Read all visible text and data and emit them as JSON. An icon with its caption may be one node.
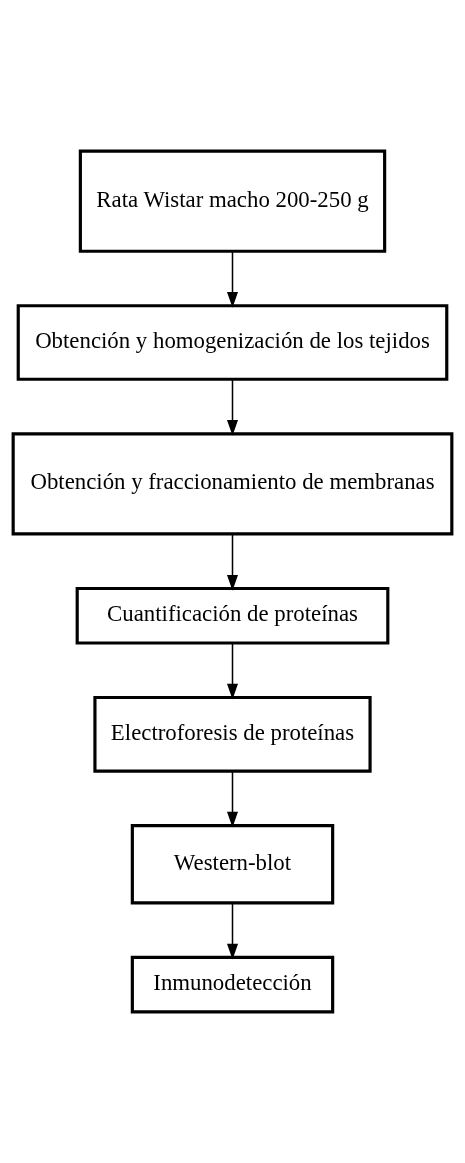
{
  "diagram": {
    "nodes": [
      {
        "text": [
          "Rata Wistar macho 200-250 g"
        ]
      },
      {
        "text": [
          "Obtención y homogenización de los tejidos"
        ]
      },
      {
        "text": [
          "Obtención y fraccionamiento de membranas"
        ]
      },
      {
        "text": [
          "Cuantificación de proteínas"
        ]
      },
      {
        "text": [
          "Electroforesis de proteínas"
        ]
      },
      {
        "text": [
          "Western-blot"
        ]
      },
      {
        "text": [
          "Inmunodetección"
        ]
      }
    ],
    "edges": [
      {
        "from": 0,
        "to": 1,
        "arrow": "to"
      },
      {
        "from": 1,
        "to": 2,
        "arrow": "to"
      },
      {
        "from": 2,
        "to": 3,
        "arrow": "to"
      },
      {
        "from": 3,
        "to": 4,
        "arrow": "to"
      },
      {
        "from": 4,
        "to": 5,
        "arrow": "to"
      },
      {
        "from": 5,
        "to": 6,
        "arrow": "to"
      }
    ]
  }
}
